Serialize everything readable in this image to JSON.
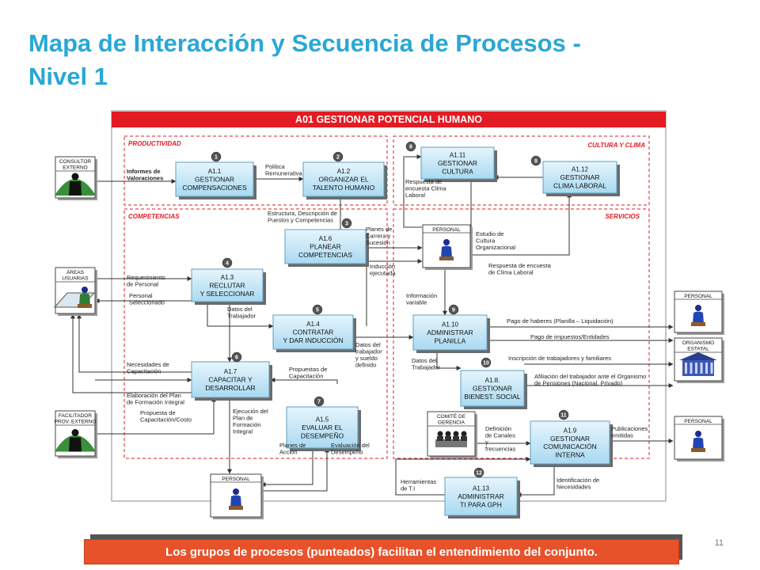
{
  "title": "Mapa de Interacción y Secuencia de Procesos - Nivel 1",
  "banner": "Los grupos de procesos (punteados) facilitan el entendimiento del conjunto.",
  "page_number": "11",
  "header": "A01 GESTIONAR POTENCIAL HUMANO",
  "groups": {
    "productividad": "PRODUCTIVIDAD",
    "cultura": "CULTURA Y CLIMA",
    "competencias": "COMPETENCIAS",
    "servicios": "SERVICIOS"
  },
  "processes": [
    {
      "num": "1",
      "code": "A1.1",
      "line1": "GESTIONAR",
      "line2": "COMPENSACIONES"
    },
    {
      "num": "2",
      "code": "A1.2",
      "line1": "ORGANIZAR EL",
      "line2": "TALENTO HUMANO"
    },
    {
      "num": "3",
      "code": "A1.6",
      "line1": "PLANEAR",
      "line2": "COMPETENCIAS"
    },
    {
      "num": "4",
      "code": "A1.3",
      "line1": "RECLUTAR",
      "line2": "Y SELECCIONAR"
    },
    {
      "num": "5",
      "code": "A1.4",
      "line1": "CONTRATAR",
      "line2": "Y DAR  INDUCCIÓN"
    },
    {
      "num": "6",
      "code": "A1.7",
      "line1": "CAPACITAR Y",
      "line2": "DESARROLLAR"
    },
    {
      "num": "7",
      "code": "A1.5",
      "line1": "EVALUAR  EL",
      "line2": "DESEMPEÑO"
    },
    {
      "num": "8",
      "code": "A1.11",
      "line1": "GESTIONAR",
      "line2": "CULTURA"
    },
    {
      "num": "8",
      "code": "A1.12",
      "line1": "GESTIONAR",
      "line2": "CLIMA LABORAL"
    },
    {
      "num": "9",
      "code": "A1.10",
      "line1": "ADMINISTRAR",
      "line2": "PLANILLA"
    },
    {
      "num": "10",
      "code": "A1.8.",
      "line1": "GESTIONAR",
      "line2": "BIENEST.  SOCIAL"
    },
    {
      "num": "11",
      "code": "A1.9",
      "line1": "GESTIONAR",
      "line2": "COMUNICACIÓN",
      "line3": "INTERNA"
    },
    {
      "num": "12",
      "code": "A1.13",
      "line1": "ADMINISTRAR",
      "line2": "TI PARA GPH"
    }
  ],
  "actors": {
    "consultor": [
      "CONSULTOR",
      "EXTERNO"
    ],
    "areas": [
      "ÁREAS",
      "USUARIAS"
    ],
    "facilitador": [
      "FACILITADOR",
      "PROV. EXTERNO"
    ],
    "personal_center": "PERSONAL",
    "personal_bottom": "PERSONAL",
    "personal_right1": "PERSONAL",
    "organismo": [
      "ORGANISMO",
      "ESTATAL"
    ],
    "personal_right2": "PERSONAL",
    "comite": [
      "COMITÉ DE",
      "GERENCIA"
    ]
  },
  "labels": {
    "informes": [
      "Informes de",
      "Valoraciones"
    ],
    "politica": [
      "Política",
      "Remunerativa"
    ],
    "estructura": [
      "Estructura, Descripción de",
      "Puestos y Competencias"
    ],
    "planes_carrera": [
      "Planes de",
      "Carrera y",
      "Sucesión"
    ],
    "respuesta_cultura": [
      "Respuesta de",
      "encuesta Clima",
      "Laboral"
    ],
    "estudio": [
      "Estudio de",
      "Cultura",
      "Organizacional"
    ],
    "respuesta_clima": [
      "Respuesta de encuesta",
      "de Clima Laboral"
    ],
    "requerimiento": [
      "Requerimiento",
      "de Personal"
    ],
    "seleccionado": [
      "Personal",
      "Seleccionado"
    ],
    "induccion": [
      "Inducción",
      "ejecutada"
    ],
    "informacion": [
      "Información",
      "variable"
    ],
    "datos_trab1": [
      "Datos del",
      "Trabajador"
    ],
    "pago_haberes": "Pago de haberes (Planilla – Liquidación)",
    "pago_impuestos": "Pago de impuestos/Entidades",
    "inscripcion": "Inscripción de trabajadores y familiares",
    "afiliacion": [
      "Afiliación del trabajador ante el Organismo",
      "de Pensiones (Nacional, Privado)"
    ],
    "datos_trab2": [
      "Datos del",
      "trabajador",
      "y sueldo",
      "definido"
    ],
    "datos_trab3": [
      "Datos del",
      "Trabajador"
    ],
    "necesidades": [
      "Necesidades de",
      "Capacitación"
    ],
    "propuestas_cap": [
      "Propuestas de",
      "Capacitación"
    ],
    "elaboracion": [
      "Elaboración del Plan",
      "de Formación Integral"
    ],
    "propuesta_costo": [
      "Propuesta de",
      "Capacitación/Costo"
    ],
    "ejecucion": [
      "Ejecución del",
      "Plan de",
      "Formación",
      "Integral"
    ],
    "planes_accion": [
      "Planes de",
      "Acción"
    ],
    "evaluacion": [
      "Evaluación del",
      "Desempeño"
    ],
    "definicion": [
      "Definición",
      "de Canales",
      "y",
      "frecuencias"
    ],
    "publicaciones": [
      "Publicaciones",
      "emitidas"
    ],
    "herramientas": [
      "Herramientas",
      "de T.I"
    ],
    "identificacion": [
      "Identificación de",
      "Necesidades"
    ]
  },
  "colors": {
    "title": "#2aa7d6",
    "header": "#e31b23",
    "box": "#bfe3f5",
    "badge": "#5a5a5a",
    "banner": "#e8522a"
  }
}
